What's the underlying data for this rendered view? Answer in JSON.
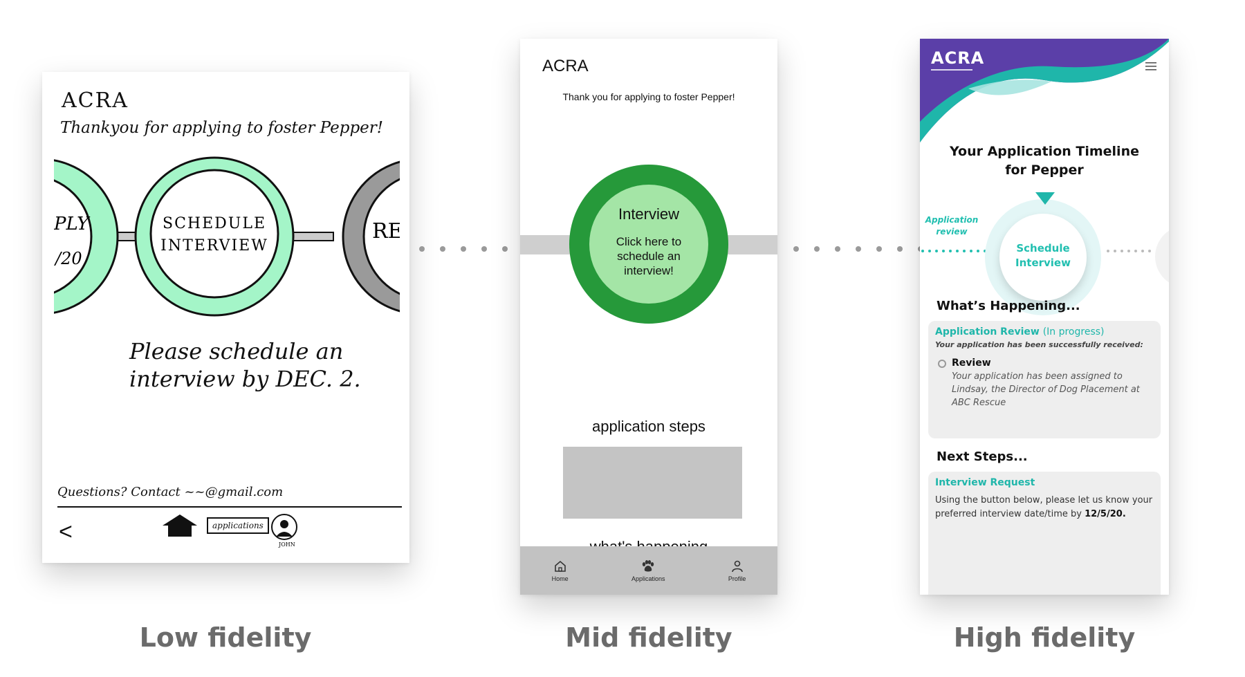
{
  "stages": {
    "low": "Low fidelity",
    "mid": "Mid fidelity",
    "high": "High fidelity"
  },
  "lowfi": {
    "brand": "ACRA",
    "thanks": "Thankyou for applying to foster Pepper!",
    "left_circle_line1": "PLY",
    "left_circle_line2": "/20",
    "center_circle_line1": "SCHEDULE",
    "center_circle_line2": "INTERVIEW",
    "right_circle": "RE",
    "please_line1": "Please schedule an",
    "please_line2": "interview by DEC. 2.",
    "questions": "Questions? Contact ~~@gmail.com",
    "apps_label": "applications",
    "profile_name": "JOHN"
  },
  "midfi": {
    "brand": "ACRA",
    "thanks": "Thank you for applying to foster Pepper!",
    "circle_title": "Interview",
    "circle_text": "Click here to schedule an interview!",
    "steps_heading": "application steps",
    "whats_heading": "what's happening",
    "nav": [
      {
        "label": "Home"
      },
      {
        "label": "Applications"
      },
      {
        "label": "Profile"
      }
    ]
  },
  "hifi": {
    "brand": "ACRA",
    "title_line1": "Your Application Timeline",
    "title_line2": "for Pepper",
    "prev_step": "Application review",
    "current_step": "Schedule Interview",
    "whats_heading": "What’s Happening...",
    "review_card": {
      "title": "Application Review",
      "status": "(In progress)",
      "subtitle": "Your application has been successfully received:",
      "item_title": "Review",
      "item_desc": "Your application has been assigned to Lindsay, the Director of Dog Placement at ABC Rescue"
    },
    "next_heading": "Next Steps...",
    "interview_card": {
      "title": "Interview Request",
      "body": "Using the button below, please let us know your preferred interview date/time by",
      "date": "12/5/20."
    },
    "colors": {
      "purple": "#5b3fa8",
      "teal": "#1fb6aa"
    }
  }
}
